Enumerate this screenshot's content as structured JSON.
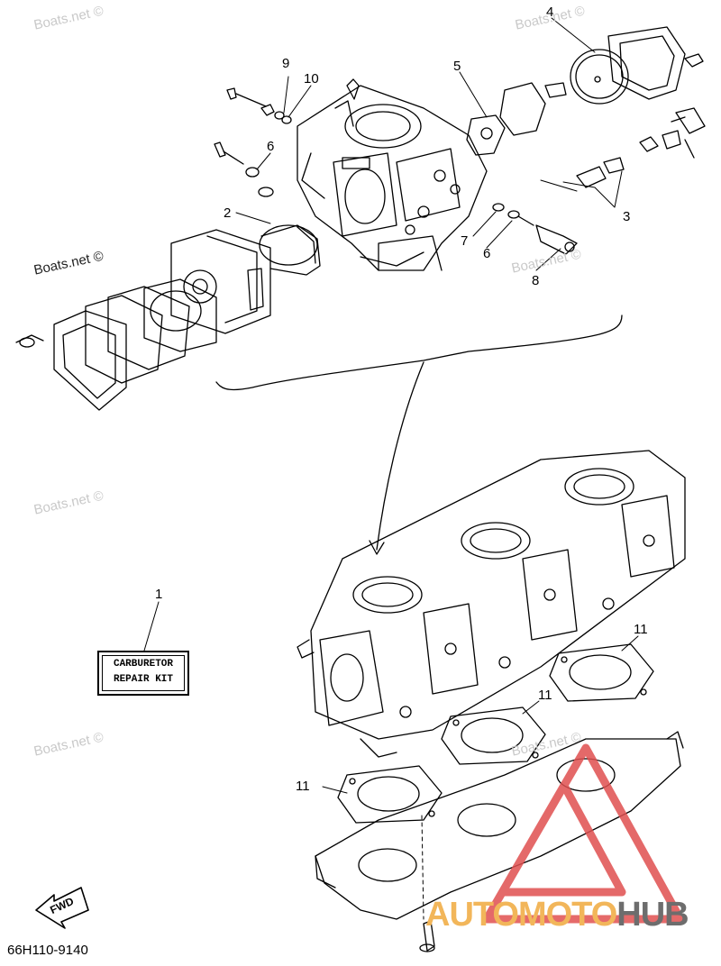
{
  "callouts": [
    {
      "id": "1",
      "label": "1"
    },
    {
      "id": "2",
      "label": "2"
    },
    {
      "id": "3",
      "label": "3"
    },
    {
      "id": "4",
      "label": "4"
    },
    {
      "id": "5",
      "label": "5"
    },
    {
      "id": "6a",
      "label": "6"
    },
    {
      "id": "6b",
      "label": "6"
    },
    {
      "id": "7",
      "label": "7"
    },
    {
      "id": "8",
      "label": "8"
    },
    {
      "id": "9",
      "label": "9"
    },
    {
      "id": "10",
      "label": "10"
    },
    {
      "id": "11a",
      "label": "11"
    },
    {
      "id": "11b",
      "label": "11"
    },
    {
      "id": "11c",
      "label": "11"
    }
  ],
  "kit_label": {
    "line1": "CARBURETOR",
    "line2": "REPAIR KIT"
  },
  "watermark": "Boats.net ©",
  "part_number": "66H110-9140",
  "fwd_label": "FWD",
  "brand": {
    "part1": "AUTOMOTO",
    "part2": "HUB",
    "colors": {
      "accent": "#f2b65a",
      "dark": "#6d6d6d",
      "triangle": "#e05050"
    }
  }
}
